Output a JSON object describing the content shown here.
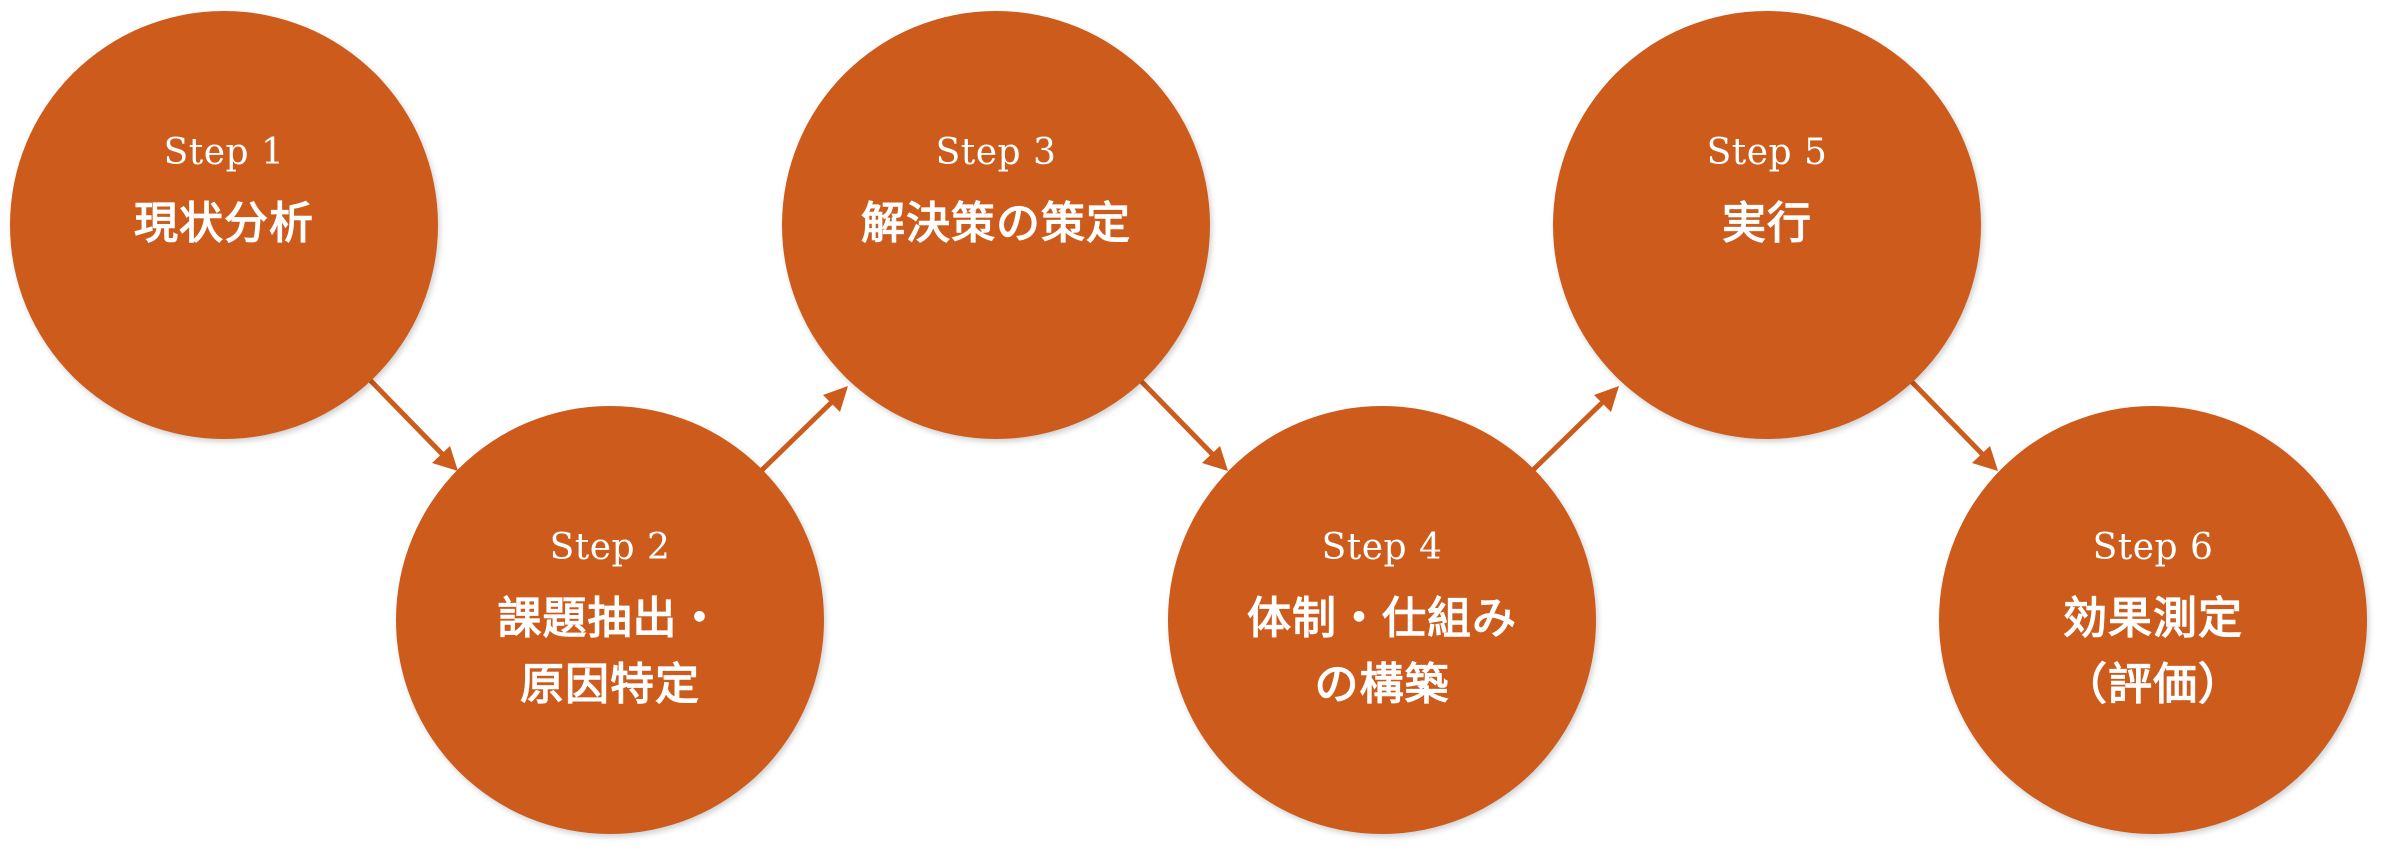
{
  "diagram": {
    "accent_color": "#cc5b1c",
    "arrow_color": "#cc5b1c",
    "steps": [
      {
        "label": "Step 1",
        "title_lines": [
          "現状分析"
        ]
      },
      {
        "label": "Step 2",
        "title_lines": [
          "課題抽出・",
          "原因特定"
        ]
      },
      {
        "label": "Step 3",
        "title_lines": [
          "解決策の策定"
        ]
      },
      {
        "label": "Step 4",
        "title_lines": [
          "体制・仕組み",
          "の構築"
        ]
      },
      {
        "label": "Step 5",
        "title_lines": [
          "実行"
        ]
      },
      {
        "label": "Step 6",
        "title_lines": [
          "効果測定",
          "（評価）"
        ]
      }
    ]
  }
}
